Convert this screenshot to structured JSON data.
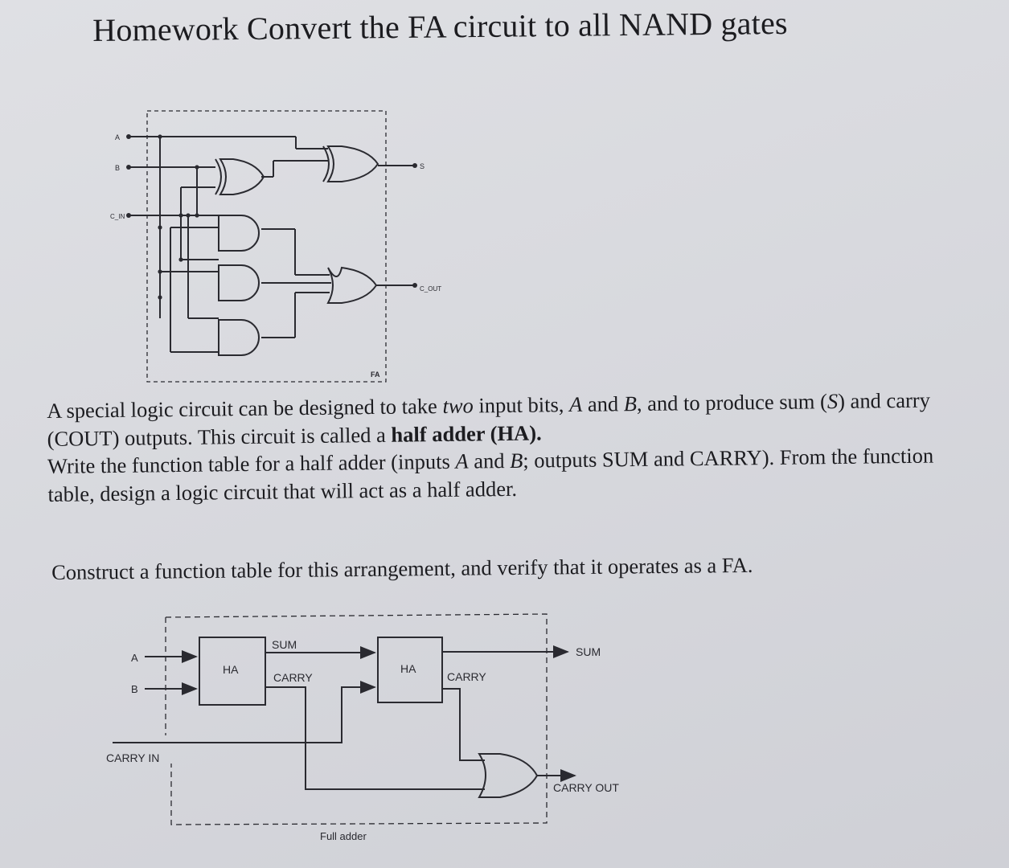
{
  "title": "Homework Convert the FA circuit to all NAND gates",
  "fa_circuit": {
    "inputs": [
      "A",
      "B",
      "C_IN"
    ],
    "outputs": [
      "S",
      "C_OUT"
    ],
    "box_label": "FA"
  },
  "paragraph": {
    "line1_pre": "A special logic circuit can be designed to take ",
    "line1_two": "two",
    "line1_mid1": " input bits, ",
    "line1_A": "A",
    "line1_and": " and ",
    "line1_B": "B",
    "line1_mid2": ", and to produce sum (",
    "line1_S": "S",
    "line1_post": ") and carry",
    "line2_pre": "(COUT) outputs. This circuit is called a ",
    "line2_bold": "half adder (HA).",
    "line3_pre": "Write the function table for a half adder (inputs ",
    "line3_A": "A",
    "line3_and": " and ",
    "line3_B": "B",
    "line3_post": "; outputs SUM and CARRY). From the function",
    "line4": "table, design a logic circuit that will act as a half adder."
  },
  "construct_text": "Construct a function table for this arrangement, and verify that it operates as a FA.",
  "fa_block_diagram": {
    "input_a": "A",
    "input_b": "B",
    "carry_in": "CARRY IN",
    "ha1_label": "HA",
    "ha2_label": "HA",
    "ha1_sum": "SUM",
    "ha1_carry": "CARRY",
    "ha2_carry": "CARRY",
    "sum_out": "SUM",
    "carry_out": "CARRY OUT",
    "caption": "Full adder"
  }
}
